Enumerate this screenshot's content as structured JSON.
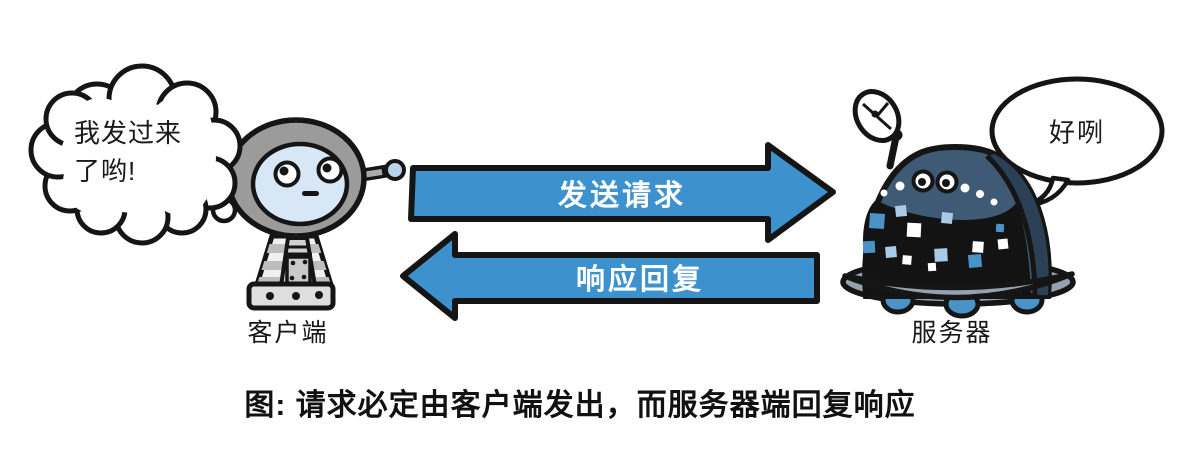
{
  "figure": {
    "caption": "图: 请求必定由客户端发出，而服务器端回复响应"
  },
  "client": {
    "label": "客户端",
    "speech": "我发过来了哟!"
  },
  "server": {
    "label": "服务器",
    "speech": "好咧"
  },
  "arrows": {
    "request": {
      "label": "发送请求",
      "direction": "left-to-right"
    },
    "response": {
      "label": "响应回复",
      "direction": "right-to-left"
    }
  },
  "colors": {
    "arrow_fill": "#3D92CE",
    "outline": "#151515",
    "arrow_text": "#FFFFFF",
    "caption_text": "#111111",
    "client_head": "#9B9B9B",
    "client_face": "#D7E7F5",
    "server_dome": "#3E5A74",
    "server_screen": "#131313",
    "server_saucer": "#94A2B0",
    "pixel_blue": "#4A93C8",
    "pixel_light_blue": "#A9CAE6"
  }
}
